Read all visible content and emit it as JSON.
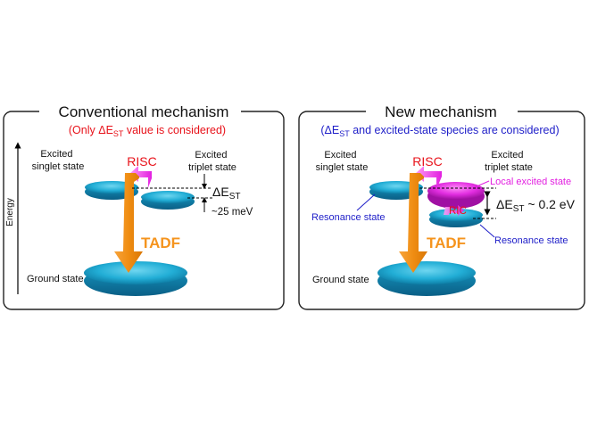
{
  "left_panel": {
    "title": "Conventional mechanism",
    "subtitle_pre": "(Only ",
    "subtitle_delta": "ΔE",
    "subtitle_sub": "ST",
    "subtitle_post": " value is considered)",
    "axis_label": "Energy",
    "excited_singlet_line1": "Excited",
    "excited_singlet_line2": "singlet state",
    "excited_triplet_line1": "Excited",
    "excited_triplet_line2": "triplet state",
    "risc": "RISC",
    "tadf": "TADF",
    "delta_main": "ΔE",
    "delta_sub": "ST",
    "gap_value": "~25 meV",
    "ground_state": "Ground state"
  },
  "right_panel": {
    "title": "New mechanism",
    "subtitle_pre": "(ΔE",
    "subtitle_sub": "ST",
    "subtitle_post": " and excited-state species are considered)",
    "excited_singlet_line1": "Excited",
    "excited_singlet_line2": "singlet state",
    "excited_triplet_line1": "Excited",
    "excited_triplet_line2": "triplet state",
    "risc": "RISC",
    "ric": "RIC",
    "tadf": "TADF",
    "local_excited_state": "Local excited state",
    "resonance_state_left": "Resonance state",
    "resonance_state_right": "Resonance state",
    "delta_main": "ΔE",
    "delta_sub": "ST",
    "delta_value": " ~ 0.2 eV",
    "ground_state": "Ground state"
  },
  "colors": {
    "subtitle_left": "#e8121a",
    "subtitle_right": "#1d1dc8",
    "risc": "#e8121a",
    "tadf": "#f5941e",
    "disk": "#1aa8d0",
    "magenta": "#e21fe0",
    "annotation_blue": "#1d1dc8"
  }
}
